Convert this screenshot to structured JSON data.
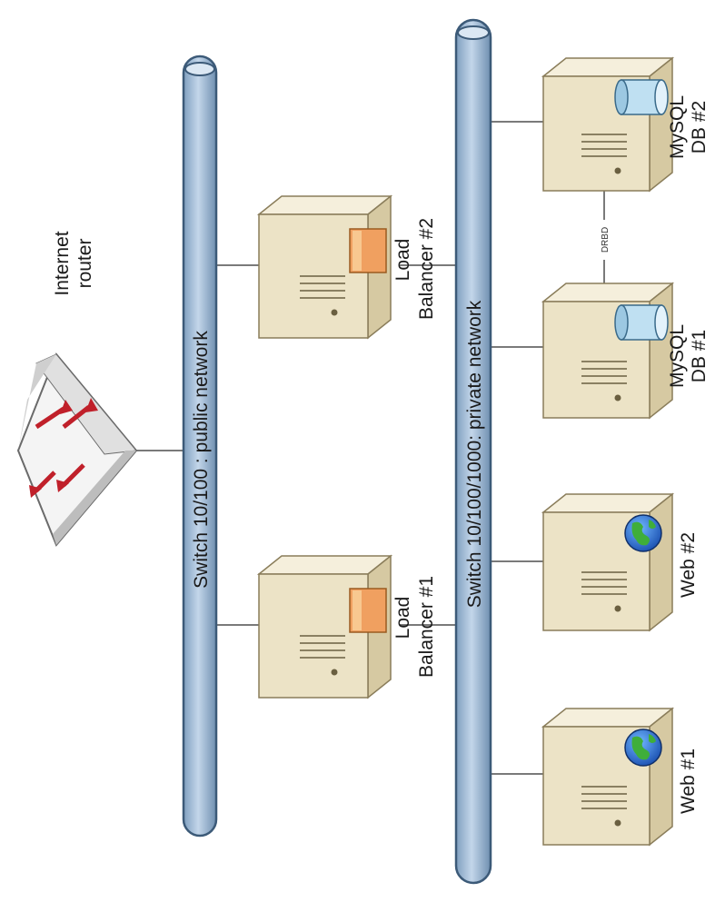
{
  "router": {
    "label_line1": "Internet",
    "label_line2": "router"
  },
  "switches": {
    "public": {
      "label": "Switch 10/100 : public network"
    },
    "private": {
      "label": "Switch 10/100/1000: private network"
    }
  },
  "nodes": {
    "lb1": {
      "line1": "Load",
      "line2": "Balancer #1"
    },
    "lb2": {
      "line1": "Load",
      "line2": "Balancer #2"
    },
    "web1": {
      "line1": "Web #1"
    },
    "web2": {
      "line1": "Web #2"
    },
    "db1": {
      "line1": "MySQL",
      "line2": "DB #1"
    },
    "db2": {
      "line1": "MySQL",
      "line2": "DB #2"
    }
  },
  "links": {
    "drbd_label": "DRBD"
  },
  "colors": {
    "bus_fill": "#a9c3dd",
    "bus_stroke": "#3c5a78",
    "server_front": "#ece3c6",
    "server_side": "#d6c9a2",
    "server_top": "#f5efdc",
    "lb_accent": "#f0a060",
    "db_cylinder": "#bfe0f2",
    "router_face": "#e8e8e8",
    "router_arrow": "#c0202a",
    "line": "#7a7a7a"
  }
}
